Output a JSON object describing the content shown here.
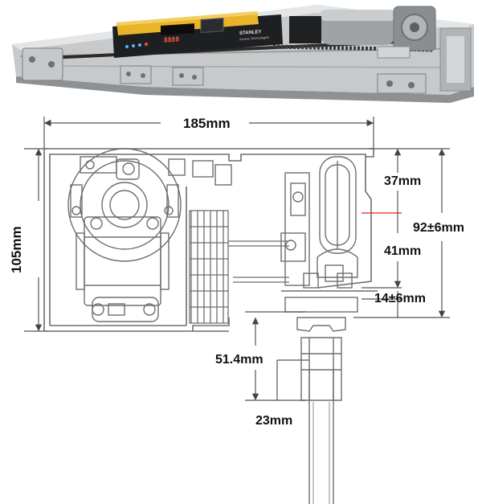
{
  "product": {
    "brand_name": "STANLEY",
    "brand_tagline": "Access Technologies",
    "display_readout": "8888",
    "colors": {
      "rail": "#b9bcbe",
      "controller_body": "#1e1f21",
      "warning_label": "#e9b32a",
      "motor": "#9ea3a6",
      "bracket": "#c6c8ca",
      "led_blue": "#5ab3ff",
      "led_red": "#ff4a3a"
    }
  },
  "dimensions": {
    "width": "185mm",
    "height": "105mm",
    "wheel_top": "37mm",
    "wheel_bottom": "41mm",
    "mount_height": "92±6mm",
    "hanger_gap": "14±6mm",
    "clamp_depth": "51.4mm",
    "glass_depth": "23mm"
  },
  "drawing_colors": {
    "outline": "#6b6e70",
    "dimension_line": "#555555",
    "center_mark": "#e02020"
  }
}
